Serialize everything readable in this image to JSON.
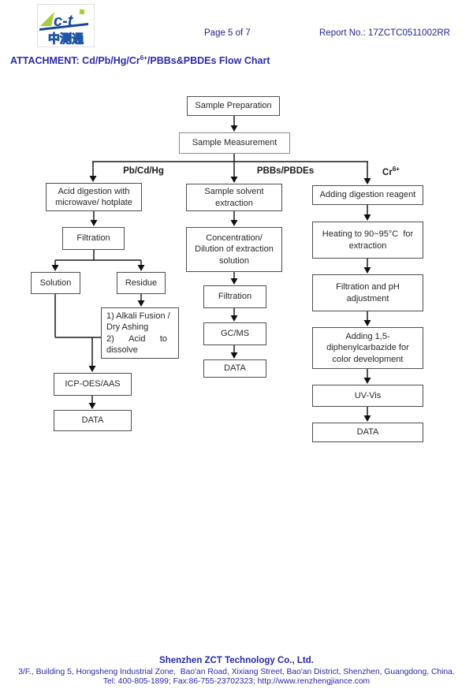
{
  "header": {
    "logo_brand": "c-t",
    "logo_brand_cn": "中测通",
    "page_label": "Page 5 of 7",
    "report_label": "Report No.: 17ZCTC0511002RR"
  },
  "title": {
    "prefix": "ATTACHMENT: Cd/Pb/Hg/Cr",
    "sup": "6+",
    "suffix": "/PBBs&PBDEs Flow Chart"
  },
  "flowchart": {
    "top": {
      "sample_preparation": "Sample Preparation",
      "sample_measurement": "Sample Measurement"
    },
    "branches": {
      "left_label": "Pb/Cd/Hg",
      "middle_label": "PBBs/PBDEs",
      "right_label_base": "Cr",
      "right_label_sup": "6+"
    },
    "left": {
      "acid_line1": "Acid digestion with",
      "acid_line2": "microwave/ hotplate",
      "filtration": "Filtration",
      "solution": "Solution",
      "residue": "Residue",
      "alkali_line1": "1) Alkali Fusion /",
      "alkali_line2": "Dry Ashing",
      "alkali_line3": "2)      Acid      to",
      "alkali_line4": "dissolve",
      "icp": "ICP-OES/AAS",
      "data": "DATA"
    },
    "middle": {
      "solvent_line1": "Sample solvent",
      "solvent_line2": "extraction",
      "conc_line1": "Concentration/",
      "conc_line2": "Dilution of extraction",
      "conc_line3": "solution",
      "filtration": "Filtration",
      "gcms": "GC/MS",
      "data": "DATA"
    },
    "right": {
      "adding": "Adding digestion reagent",
      "heating_line1": "Heating to 90~95°C  for",
      "heating_line2": "extraction",
      "filtration_line1": "Filtration and pH",
      "filtration_line2": "adjustment",
      "carbazide_line1": "Adding 1,5-",
      "carbazide_line2": "diphenylcarbazide for",
      "carbazide_line3": "color development",
      "uvvis": "UV-Vis",
      "data": "DATA"
    }
  },
  "footer": {
    "company": "Shenzhen ZCT Technology Co., Ltd.",
    "address": "3/F., Building 5, Hongsheng Industrial Zone,  Bao'an Road, Xixiang Street, Bao'an District, Shenzhen, Guangdong, China.",
    "contact": "Tel: 400-805-1899; Fax:86-755-23702323; http://www.renzhengjiance.com"
  },
  "colors": {
    "accent_blue": "#2b2ba8",
    "footer_blue": "#2626a8",
    "logo_blue": "#15489c",
    "logo_green": "#a6ce39"
  }
}
